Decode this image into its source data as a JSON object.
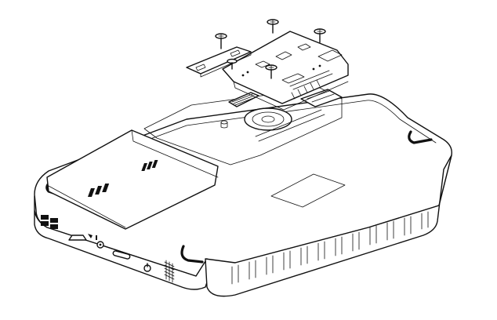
{
  "figure": {
    "kind": "exploded-assembly-line-drawing",
    "parts": [
      "enclosure-base",
      "hinged-lid",
      "circuit-board",
      "mounting-screws",
      "riser-board",
      "cooling-fan",
      "io-ports"
    ],
    "screw_count": 5,
    "colors": {
      "line": "#111111",
      "background": "#ffffff"
    }
  }
}
